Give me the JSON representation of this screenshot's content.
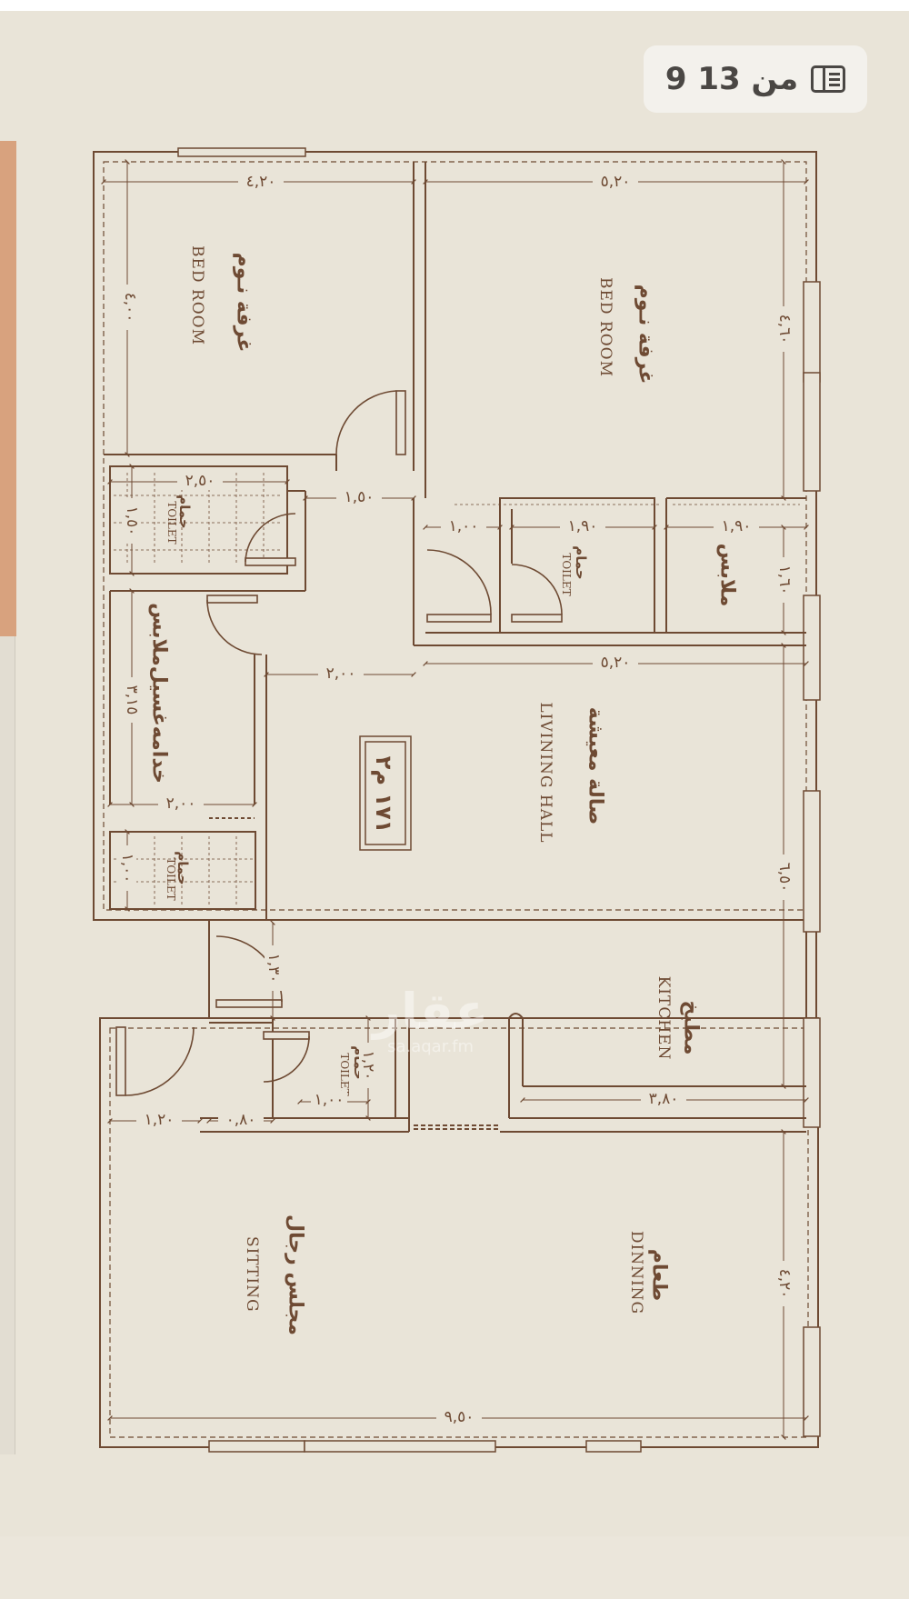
{
  "viewer": {
    "page_counter": "9 من 13",
    "counter_icon": "book-icon"
  },
  "watermark": {
    "brand": "عقار",
    "url": "sa.aqar.fm"
  },
  "plan": {
    "area": "١٧١ م٢",
    "rooms": {
      "bedroom_left": {
        "ar": "غرفة نـوم",
        "en": "BED ROOM"
      },
      "bedroom_right": {
        "ar": "غرفة نـوم",
        "en": "BED ROOM"
      },
      "toilet_1": {
        "ar": "حمام",
        "en": "TOILET"
      },
      "toilet_2": {
        "ar": "حمام",
        "en": "TOILET"
      },
      "toilet_3": {
        "ar": "حمام",
        "en": "TOILET"
      },
      "toilet_4": {
        "ar": "حمام",
        "en": "TOILET"
      },
      "closet": {
        "ar": "ملابس"
      },
      "maid_closet": {
        "ar": "خدامه‌غسيل‌ملابس"
      },
      "living": {
        "ar": "صالة معيشة",
        "en": "LIVINING HALL"
      },
      "kitchen": {
        "ar": "مطبخ",
        "en": "KITCHEN"
      },
      "sitting": {
        "ar": "مجلس رجال",
        "en": "SITTING"
      },
      "dining": {
        "ar": "طعام",
        "en": "DINNING"
      }
    },
    "dimensions": {
      "d_420_top": "٤,٢٠",
      "d_520_top": "٥,٢٠",
      "d_400": "٤,٠٠",
      "d_460": "٤,٦٠",
      "d_250": "٢,٥٠",
      "d_150_bath": "١,٥٠",
      "d_150_corr": "١,٥٠",
      "d_100": "١,٠٠",
      "d_190_a": "١,٩٠",
      "d_190_b": "١,٩٠",
      "d_160": "١,٦٠",
      "d_200_corr": "٢,٠٠",
      "d_520_mid": "٥,٢٠",
      "d_315": "٣,١٥",
      "d_200_bath": "٢,٠٠",
      "d_100_bath": "١,٠٠",
      "d_650": "٦,٥٠",
      "d_130": "١,٣٠",
      "d_120_bath": "١,٢٠",
      "d_100_small": "١,٠٠",
      "d_120": "١,٢٠",
      "d_080": "٠,٨٠",
      "d_380": "٣,٨٠",
      "d_420_right": "٤,٢٠",
      "d_950": "٩,٥٠"
    }
  },
  "colors": {
    "line": "#6e4a33",
    "paper": "#e9e4d8"
  }
}
